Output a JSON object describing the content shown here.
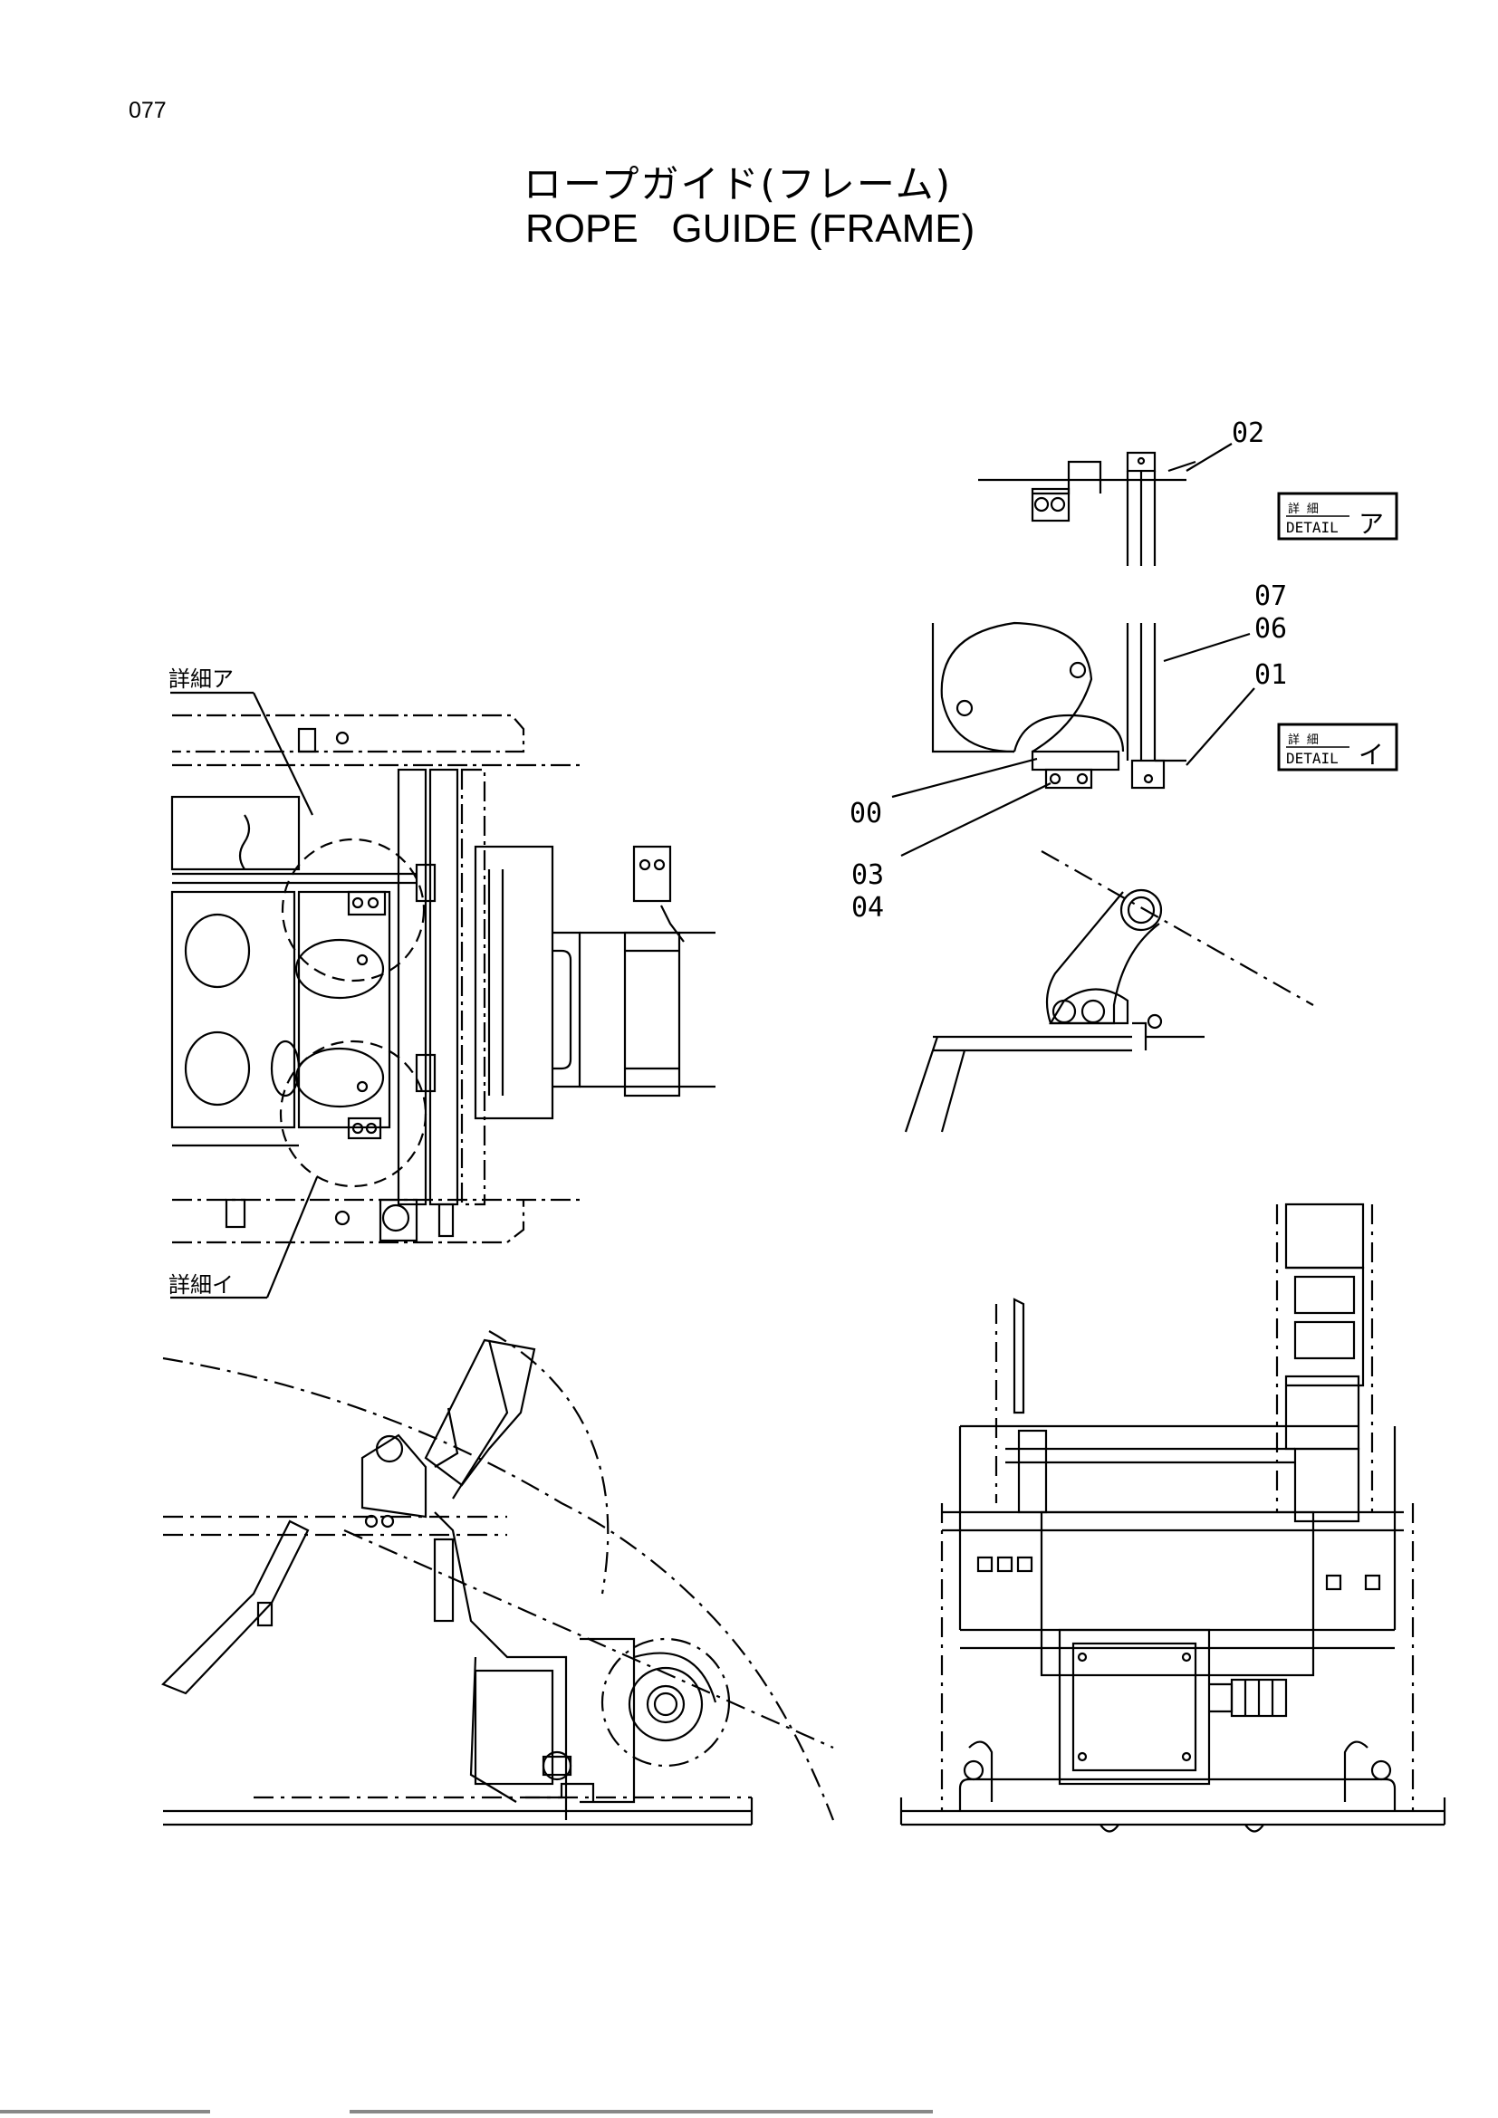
{
  "page_number": "077",
  "title": {
    "japanese": "ロープガイド(フレーム)",
    "english": "ROPE   GUIDE (FRAME)"
  },
  "detail_callouts": {
    "a": "詳細ア",
    "i": "詳細イ"
  },
  "detail_boxes": [
    {
      "kanji": "詳 細",
      "word": "DETAIL",
      "mark": "ア"
    },
    {
      "kanji": "詳 細",
      "word": "DETAIL",
      "mark": "イ"
    }
  ],
  "part_numbers": {
    "p00": "00",
    "p01": "01",
    "p02": "02",
    "p03": "03",
    "p04": "04",
    "p06": "06",
    "p07": "07"
  }
}
